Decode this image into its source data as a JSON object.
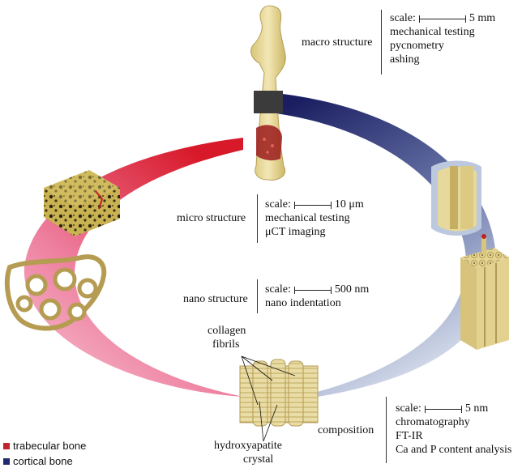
{
  "levels": {
    "macro": {
      "label": "macro structure",
      "scale_prefix": "scale:",
      "scale_value": "5 mm",
      "methods": [
        "mechanical testing",
        "pycnometry",
        "ashing"
      ]
    },
    "micro": {
      "label": "micro structure",
      "scale_prefix": "scale:",
      "scale_value": "10 μm",
      "methods": [
        "mechanical testing",
        "μCT imaging"
      ]
    },
    "nano": {
      "label": "nano structure",
      "scale_prefix": "scale:",
      "scale_value": "500 nm",
      "methods": [
        "nano indentation"
      ]
    },
    "composition": {
      "label": "composition",
      "scale_prefix": "scale:",
      "scale_value": "5 nm",
      "methods": [
        "chromatography",
        "FT-IR",
        "Ca and P content analysis"
      ]
    }
  },
  "annotations": {
    "collagen": [
      "collagen",
      "fibrils"
    ],
    "hydroxyapatite": [
      "hydroxyapatite",
      "crystal"
    ]
  },
  "legend": [
    {
      "label": "trabecular bone",
      "color": "#c0242c"
    },
    {
      "label": "cortical bone",
      "color": "#1f2a6e"
    }
  ],
  "colors": {
    "trabecular": "#d21f2a",
    "trabecular_light": "#f2a0b8",
    "cortical": "#1e2466",
    "cortical_light": "#c9d6ea",
    "bone": "#e6d79a"
  }
}
